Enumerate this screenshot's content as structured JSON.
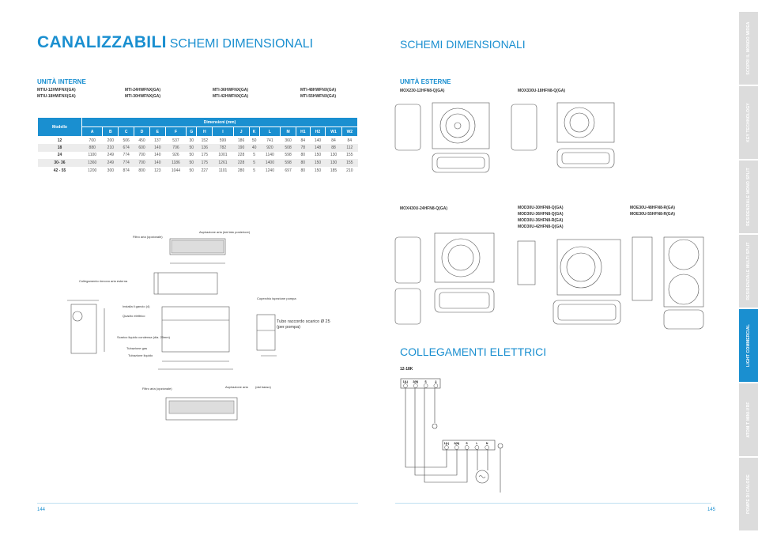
{
  "left_page": {
    "title_bold": "CANALIZZABILI",
    "title_light": "SCHEMI DIMENSIONALI",
    "section": "UNITÀ INTERNE",
    "models": [
      [
        "MTIU-12HWFNX(GA)",
        "MTIU-18HWFNX(GA)"
      ],
      [
        "MTI-24HWFNX(GA)",
        "MTI-30HWFNX(GA)"
      ],
      [
        "MTI-36HWFNX(GA)",
        "MTI-42HWFNX(GA)"
      ],
      [
        "MTI-48HWFNX(GA)",
        "MTI-55HWFNX(GA)"
      ]
    ],
    "table": {
      "model_header": "Modello",
      "dims_header": "Dimensioni (mm)",
      "columns": [
        "A",
        "B",
        "C",
        "D",
        "E",
        "F",
        "G",
        "H",
        "I",
        "J",
        "K",
        "L",
        "M",
        "H1",
        "H2",
        "W1",
        "W2"
      ],
      "rows": [
        [
          "12",
          "700",
          "200",
          "506",
          "450",
          "137",
          "537",
          "30",
          "152",
          "599",
          "186",
          "50",
          "741",
          "360",
          "84",
          "140",
          "84",
          "84"
        ],
        [
          "18",
          "880",
          "210",
          "674",
          "600",
          "140",
          "706",
          "50",
          "136",
          "782",
          "190",
          "40",
          "920",
          "508",
          "78",
          "148",
          "88",
          "112"
        ],
        [
          "24",
          "1100",
          "249",
          "774",
          "700",
          "140",
          "926",
          "50",
          "175",
          "1001",
          "228",
          "5",
          "1140",
          "598",
          "80",
          "150",
          "130",
          "155"
        ],
        [
          "30- 36",
          "1360",
          "249",
          "774",
          "700",
          "140",
          "1186",
          "50",
          "175",
          "1261",
          "228",
          "5",
          "1400",
          "598",
          "80",
          "150",
          "130",
          "155"
        ],
        [
          "42 - 55",
          "1200",
          "300",
          "874",
          "800",
          "123",
          "1044",
          "50",
          "227",
          "1101",
          "280",
          "5",
          "1240",
          "697",
          "80",
          "150",
          "185",
          "210"
        ]
      ]
    },
    "drawing_labels": {
      "filter": "Filtro aria (opzionale)",
      "intake_rear": "Aspirazione aria (dal lato posteriore)",
      "fresh_air": "Collegamento rinnovo aria esterna",
      "hook": "Installa il gancio (4)",
      "box": "Quadro elettrico",
      "drain": "Scarico liquido condensa (dia. 25mm)",
      "gas": "Tubazione gas",
      "liquid": "Tubazione liquido",
      "pump_cover": "Coperchio ispezione pompa",
      "drain_pipe": "Tubo raccordo scarico Ø 25 (per pompa)",
      "filter2": "Filtro aria (opzionale)",
      "intake_bottom": "Aspirazione aria",
      "intake_bottom2": "(dal basso)"
    },
    "page_number": "144"
  },
  "right_page": {
    "title": "SCHEMI DIMENSIONALI",
    "section": "UNITÀ ESTERNE",
    "models_row1": [
      "MOX230-12HFN8-Q(GA)",
      "MOX330U-18HFN8-Q(GA)"
    ],
    "models_row2": {
      "a": [
        "MOX430U-24HFN8-Q(GA)"
      ],
      "b": [
        "MOD30U-30HFN8-Q(GA)",
        "MOD30U-36HFN8-Q(GA)",
        "MOD30U-36HFN8-R(GA)",
        "MOD30U-42HFN8-Q(GA)"
      ],
      "c": [
        "MOE30U-48HFN8-R(GA)",
        "MOE30U-55HFN8-R(GA)"
      ]
    },
    "wiring_title": "COLLEGAMENTI ELETTRICI",
    "wiring_sub": "12-18K",
    "terminal_indoor": [
      "1(L)",
      "2(N)",
      "S",
      "⏚"
    ],
    "terminal_outdoor": [
      "1(L)",
      "2(N)",
      "S",
      "L",
      "N"
    ],
    "page_number": "145"
  },
  "side_tabs": [
    {
      "label": "SCOPRI IL MONDO MIDEA",
      "active": false
    },
    {
      "label": "KEY TECHNOLOGY",
      "active": false
    },
    {
      "label": "RESIDENZIALE MONO SPLIT",
      "active": false
    },
    {
      "label": "RESIDENZIALE MULTI SPLIT",
      "active": false
    },
    {
      "label": "LIGHT COMMERCIAL",
      "active": true
    },
    {
      "label": "ATOM T MINI-VRF",
      "active": false
    },
    {
      "label": "POMPE DI CALORE",
      "active": false
    }
  ],
  "colors": {
    "accent": "#1a8fd0",
    "tab_inactive": "#dcdcdc"
  }
}
